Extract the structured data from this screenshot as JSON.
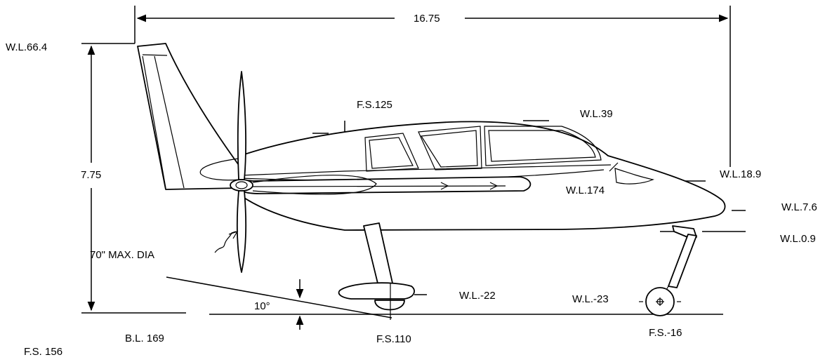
{
  "dimensions": {
    "overall_length": "16.75",
    "overall_height": "7.75"
  },
  "labels": {
    "wl_66_4": "W.L.66.4",
    "fs_125": "F.S.125",
    "wl_39": "W.L.39",
    "wl_18_9": "W.L.18.9",
    "wl_174": "W.L.174",
    "wl_7_6": "W.L.7.6",
    "wl_0_9": "W.L.0.9",
    "prop_dia": "70\" MAX. DIA",
    "angle": "10°",
    "wl_m22": "W.L.-22",
    "wl_m23": "W.L.-23",
    "bl_169": "B.L. 169",
    "fs_110": "F.S.110",
    "fs_m16": "F.S.-16",
    "fs_156": "F.S. 156"
  }
}
